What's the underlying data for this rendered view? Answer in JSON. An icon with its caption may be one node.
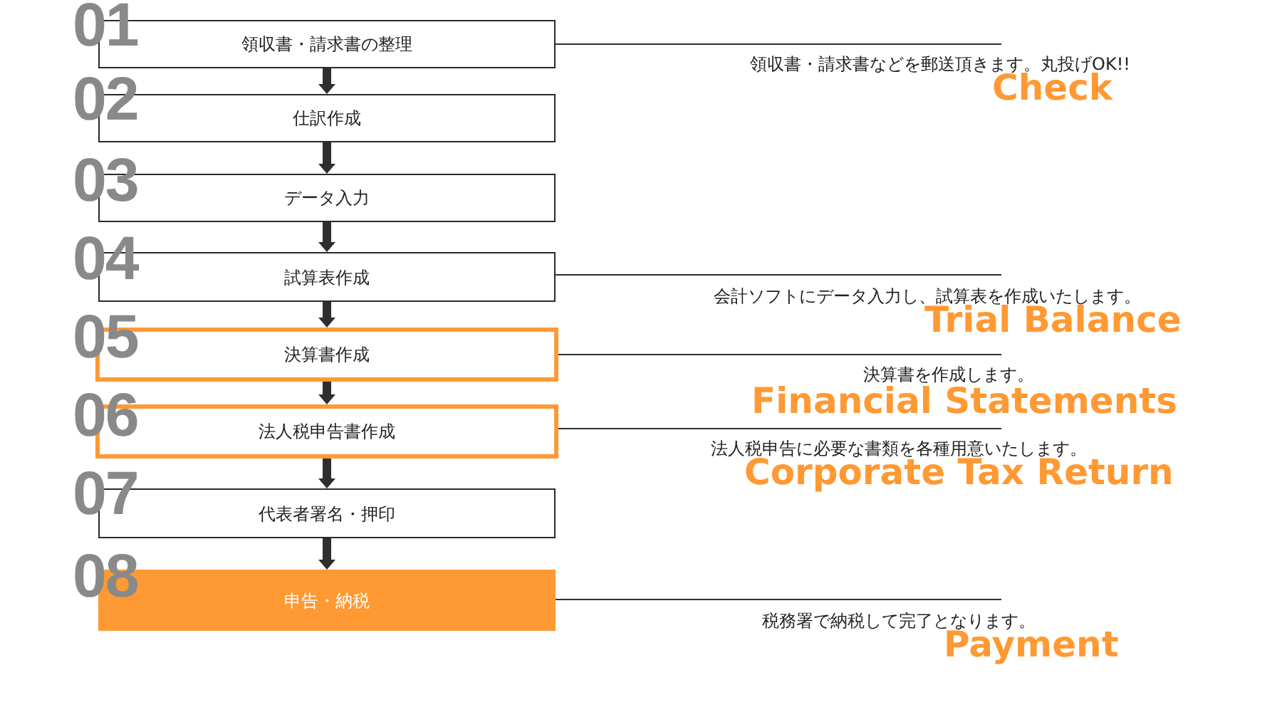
{
  "diagram": {
    "nodes": [
      {
        "text": [
          "01",
          "領収書・請求書の整理"
        ]
      },
      {
        "text": [
          "領収書・請求書などを郵送頂きます。丸投げOK!!",
          "Check"
        ]
      },
      {
        "text": [
          "02",
          "仕訳作成"
        ]
      },
      {
        "text": [
          "03",
          "データ入力"
        ]
      },
      {
        "text": [
          "04",
          "試算表作成"
        ]
      },
      {
        "text": [
          "会計ソフトにデータ入力し、試算表を作成いたします。",
          "Trial Balance"
        ]
      },
      {
        "text": [
          "05",
          "決算書作成"
        ]
      },
      {
        "text": [
          "決算書を作成します。",
          "Financial Statements"
        ]
      },
      {
        "text": [
          "06",
          "法人税申告書作成"
        ]
      },
      {
        "text": [
          "法人税申告に必要な書類を各種用意いたします。",
          "Corporate Tax Return"
        ]
      },
      {
        "text": [
          "07",
          "代表者署名・押印"
        ]
      },
      {
        "text": [
          "08",
          "申告・納税"
        ]
      },
      {
        "text": [
          "税務署で納税して完了となります。",
          "Payment"
        ]
      }
    ],
    "edges": [
      {
        "from": 0,
        "to": 2,
        "arrow": "to"
      },
      {
        "from": 2,
        "to": 3,
        "arrow": "to"
      },
      {
        "from": 3,
        "to": 4,
        "arrow": "to"
      },
      {
        "from": 4,
        "to": 6,
        "arrow": "to"
      },
      {
        "from": 6,
        "to": 8,
        "arrow": "to"
      },
      {
        "from": 8,
        "to": 10,
        "arrow": "to"
      },
      {
        "from": 10,
        "to": 11,
        "arrow": "to"
      },
      {
        "from": 1,
        "to": 0,
        "arrow": "none"
      },
      {
        "from": 5,
        "to": 4,
        "arrow": "none"
      },
      {
        "from": 7,
        "to": 6,
        "arrow": "none"
      },
      {
        "from": 9,
        "to": 8,
        "arrow": "none"
      },
      {
        "from": 12,
        "to": 11,
        "arrow": "none"
      }
    ]
  }
}
